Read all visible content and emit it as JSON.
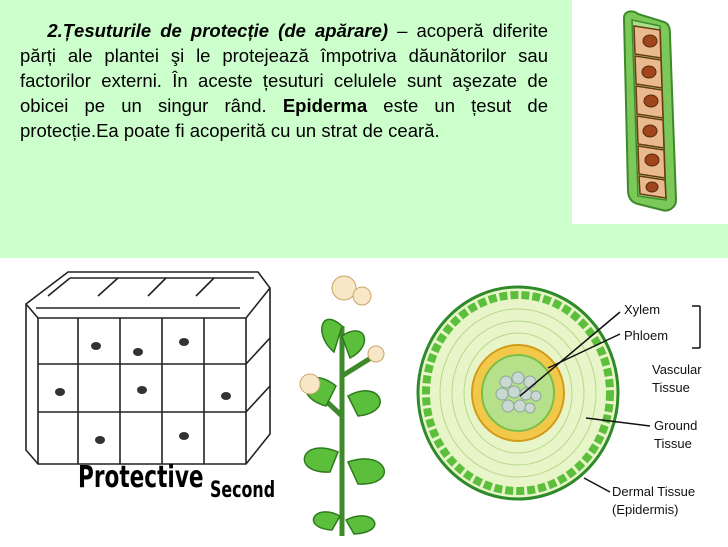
{
  "text": {
    "heading": "2.Țesuturile de protecție (de apărare)",
    "body1": " – acoperă diferite părți ale plantei şi le protejează împotriva dăunătorilor sau factorilor externi. În aceste țesuturi celulele sunt aşezate de obicei pe un singur rând. ",
    "bold_term": "Epiderma",
    "body2": " este un țesut de protecție.Ea poate fi acoperită cu un strat de ceară."
  },
  "figures": {
    "caption_protective": "Protective",
    "caption_second": "Second"
  },
  "stem_diagram": {
    "labels": {
      "xylem": "Xylem",
      "phloem": "Phloem",
      "vascular": "Vascular",
      "tissue": "Tissue",
      "ground": "Ground",
      "ground_tissue": "Tissue",
      "dermal": "Dermal Tissue",
      "epidermis": "(Epidermis)"
    }
  },
  "colors": {
    "panel": "#ccffcc",
    "cell_green": "#8fd46a",
    "nucleus_brown": "#b45a28",
    "ring_green": "#4caf3a"
  }
}
